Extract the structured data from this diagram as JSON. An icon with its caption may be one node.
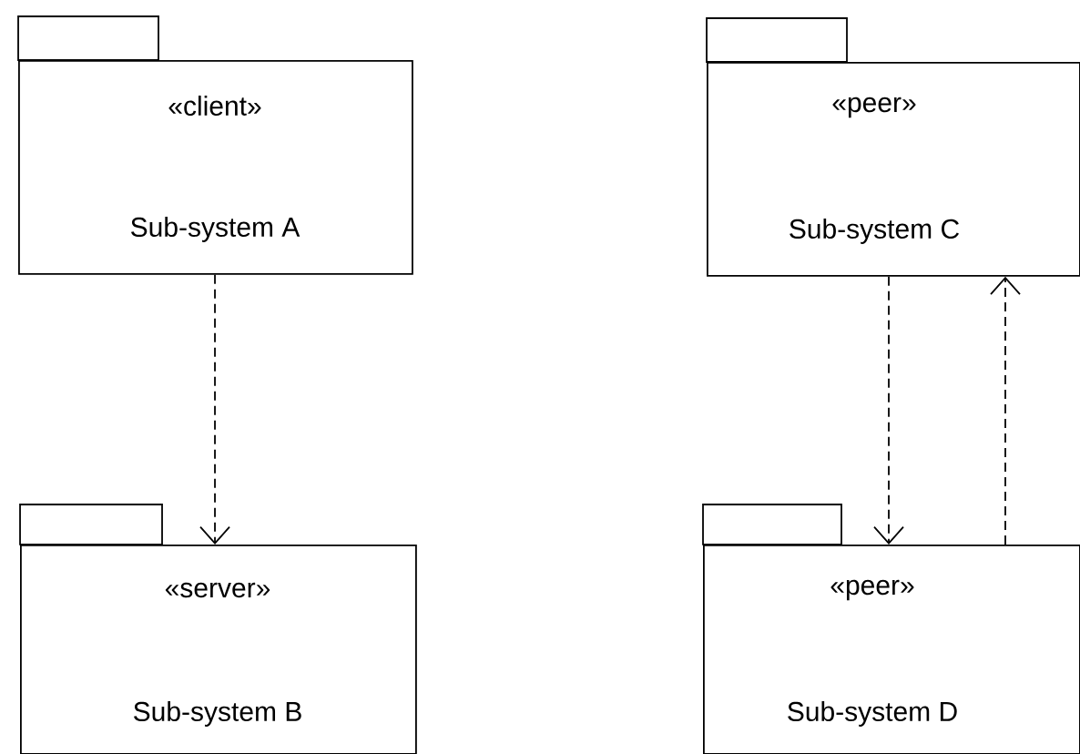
{
  "diagram": {
    "nodes": [
      {
        "text": [
          "«client»",
          "Sub-system A"
        ]
      },
      {
        "text": [
          "«server»",
          "Sub-system B"
        ]
      },
      {
        "text": [
          "«peer»",
          "Sub-system C"
        ]
      },
      {
        "text": [
          "«peer»",
          "Sub-system D"
        ]
      }
    ],
    "edges": [
      {
        "from": 0,
        "to": 1,
        "arrow": "to",
        "style": "dashed"
      },
      {
        "from": 2,
        "to": 3,
        "arrow": "to",
        "style": "dashed"
      },
      {
        "from": 3,
        "to": 2,
        "arrow": "to",
        "style": "dashed"
      }
    ]
  }
}
